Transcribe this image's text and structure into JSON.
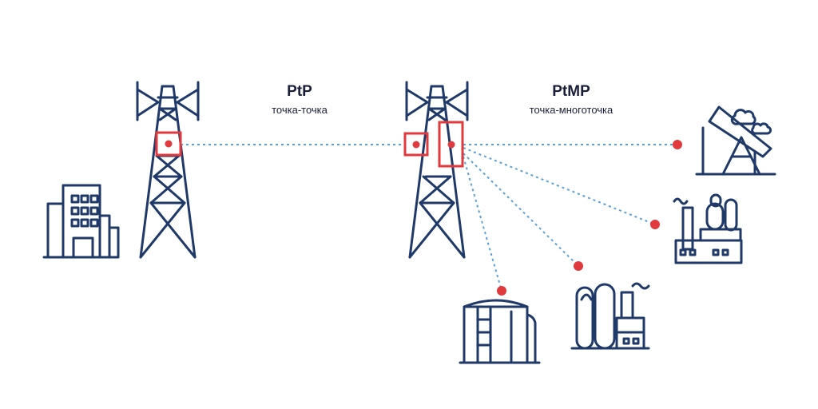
{
  "labels": {
    "ptp_title": "PtP",
    "ptp_subtitle": "точка-точка",
    "ptmp_title": "PtMP",
    "ptmp_subtitle": "точка-многоточка"
  },
  "colors": {
    "structure": "#1f3a68",
    "accent": "#e0393e",
    "link": "#5aa0d8"
  },
  "icons": [
    "office-building-icon",
    "transmission-tower-icon",
    "radio-unit-icon",
    "oil-pumpjack-icon",
    "factory-plant-icon",
    "gas-cylinders-plant-icon",
    "storage-tank-icon"
  ]
}
